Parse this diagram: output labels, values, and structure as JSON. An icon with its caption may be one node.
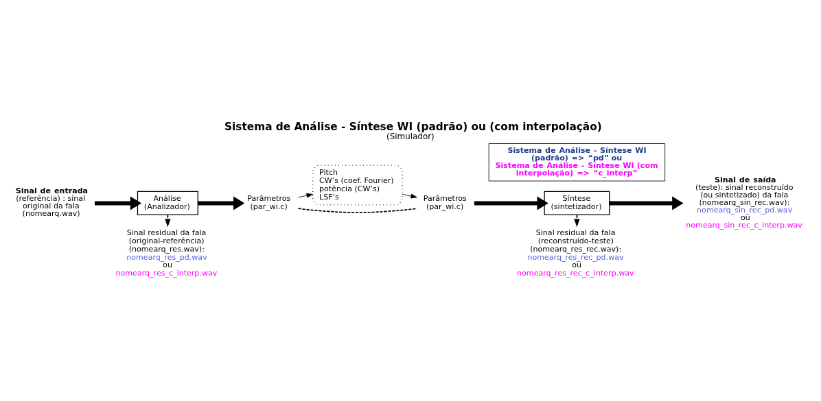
{
  "diagram": {
    "title": "Sistema de Análise - Síntese WI (padrão) ou (com interpolação)",
    "caption": "(Simulador)",
    "nodes": [
      {
        "text": [
          "Sinal de entrada",
          "(referência) : sinal original da fala (nomearq.wav)"
        ]
      },
      {
        "text": [
          "Análise (Analizador)"
        ]
      },
      {
        "text": [
          "Parâmetros (par_wi.c)"
        ]
      },
      {
        "text": [
          "Pitch",
          "CW’s (coef. Fourier)",
          "potência (CW’s)",
          "LSF’s"
        ]
      },
      {
        "text": [
          "Parâmetros (par_wi.c)"
        ]
      },
      {
        "text": [
          "Síntese (sintetizador)"
        ]
      },
      {
        "text": [
          "Sinal de saída",
          "(teste): sinal reconstruído (ou sintetizado) da fala (nomearq_sin_rec.wav):",
          "nomearq_sin_rec_pd.wav",
          "ou",
          "nomearq_sin_rec_c_interp.wav"
        ]
      },
      {
        "text": [
          "Sinal residual da fala (original-referência) (nomearq_res.wav):",
          "nomearq_res_pd.wav",
          "ou",
          "nomearq_res_c_interp.wav"
        ]
      },
      {
        "text": [
          "Sinal residual da fala (reconstruído-teste) (nomearq_res_rec.wav):",
          "nomearq_res_rec_pd.wav",
          "ou",
          "nomearq_res_rec_c_interp.wav"
        ]
      },
      {
        "text": [
          "Sistema de Análise - Síntese WI (padrão) => “pd” ou",
          "Sistema de Análise - Síntese WI (com interpolação) => “c_interp”"
        ]
      }
    ],
    "edges": [
      {
        "from": 0,
        "to": 1,
        "arrow": "to",
        "style": "thick"
      },
      {
        "from": 1,
        "to": 2,
        "arrow": "to",
        "style": "thick"
      },
      {
        "from": 2,
        "to": 3,
        "arrow": "to"
      },
      {
        "from": 3,
        "to": 4,
        "arrow": "to"
      },
      {
        "from": 2,
        "to": 4,
        "arrow": "none",
        "style": "dashed"
      },
      {
        "from": 4,
        "to": 5,
        "arrow": "to",
        "style": "thick"
      },
      {
        "from": 5,
        "to": 6,
        "arrow": "to",
        "style": "thick"
      },
      {
        "from": 1,
        "to": 7,
        "arrow": "to",
        "style": "dashed"
      },
      {
        "from": 5,
        "to": 8,
        "arrow": "to",
        "style": "dashed"
      }
    ]
  }
}
